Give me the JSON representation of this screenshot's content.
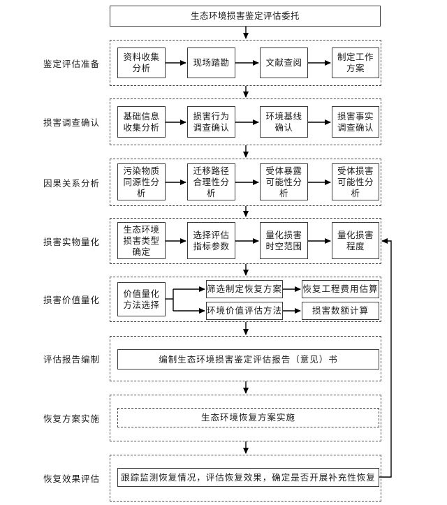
{
  "colors": {
    "background": "#ffffff",
    "box_border": "#3c3c3c",
    "dashed_border": "#4a4a4a",
    "line": "#000000",
    "text": "#1a1a1a"
  },
  "flow_title": "生态环境损害鉴定评估委托",
  "stages": [
    {
      "label": "鉴定评估准备",
      "boxes": [
        "资料收集\n分析",
        "现场踏勘",
        "文献查阅",
        "制定工作\n方案"
      ]
    },
    {
      "label": "损害调查确认",
      "boxes": [
        "基础信息\n收集分析",
        "损害行为\n调查确认",
        "环境基线\n确认",
        "损害事实\n调查确认"
      ]
    },
    {
      "label": "因果关系分析",
      "boxes": [
        "污染物质\n同源性分\n析",
        "迁移路径\n合理性分\n析",
        "受体暴露\n可能性分\n析",
        "受体损害\n可能性分\n析"
      ]
    },
    {
      "label": "损害实物量化",
      "boxes": [
        "生态环境\n损害类型\n确定",
        "选择评估\n指标参数",
        "量化损害\n时空范围",
        "量化损害\n程度"
      ]
    },
    {
      "label": "损害价值量化",
      "selector": "价值量化\n方法选择",
      "plan_branch": [
        "筛选制定恢复方案",
        "恢复工程费用估算"
      ],
      "value_branch": [
        "环境价值评估方法",
        "损害数额计算"
      ]
    },
    {
      "label": "评估报告编制",
      "boxes": [
        "编制生态环境损害鉴定评估报告（意见）书"
      ]
    },
    {
      "label": "恢复方案实施",
      "boxes": [
        "生态环境恢复方案实施"
      ]
    },
    {
      "label": "恢复效果评估",
      "boxes": [
        "跟踪监测恢复情况，评估恢复效果，确定是否开展补充性恢复"
      ]
    }
  ]
}
